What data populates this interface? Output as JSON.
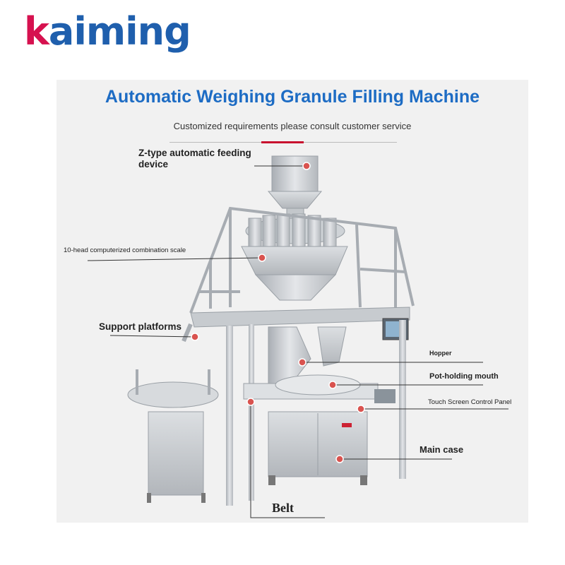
{
  "brand": {
    "logo_first": "k",
    "logo_rest": "aiming",
    "color_primary": "#1f5fad",
    "color_accent": "#d6114f"
  },
  "header": {
    "title": "Automatic Weighing Granule Filling Machine",
    "subtitle": "Customized requirements please consult customer service"
  },
  "callouts": {
    "feeding": "Z-type automatic feeding device",
    "scale": "10-head computerized combination scale",
    "support": "Support platforms",
    "hopper": "Hopper",
    "pot": "Pot-holding mouth",
    "touch": "Touch Screen Control Panel",
    "main_case": "Main case",
    "belt": "Belt"
  },
  "colors": {
    "title": "#1d6cc4",
    "marker": "#d9534f",
    "steel": "#c9cdd2",
    "panel_bg": "#f1f1f1"
  }
}
